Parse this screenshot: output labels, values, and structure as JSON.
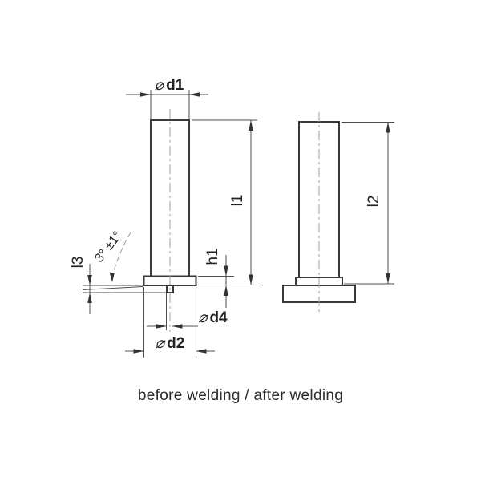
{
  "caption": "before welding / after welding",
  "labels": {
    "d1": {
      "symbol": "⌀",
      "name": "d1"
    },
    "d2": {
      "symbol": "⌀",
      "name": "d2"
    },
    "d4": {
      "symbol": "⌀",
      "name": "d4"
    },
    "l1": "l1",
    "l2": "l2",
    "h1": "h1",
    "l3": "l3",
    "angle": "3° ±1°"
  },
  "colors": {
    "outline": "#3a3a3a",
    "dimension_lines": "#4f4f4f",
    "centerline": "#a0a0a0",
    "text": "#222222",
    "background": "#ffffff"
  }
}
